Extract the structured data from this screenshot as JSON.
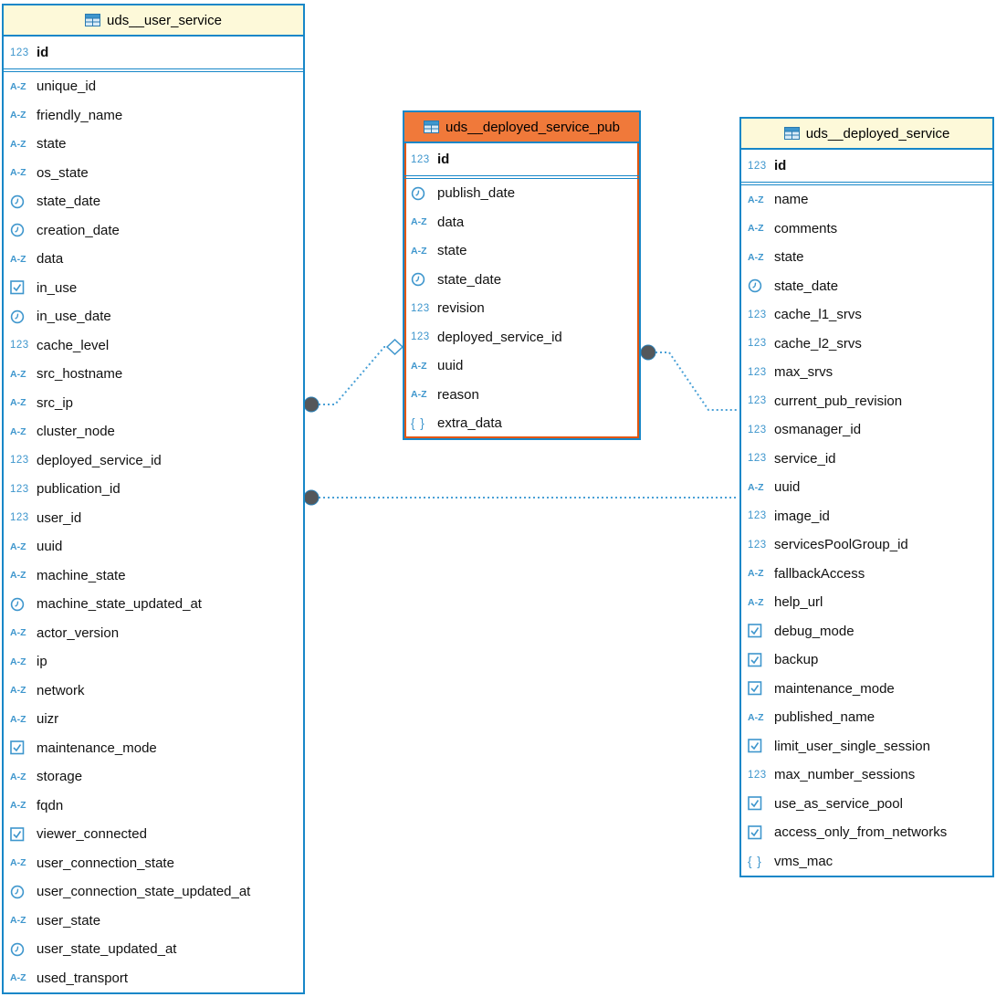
{
  "diagram": {
    "view": "entity-relationship-diagram",
    "type_glyphs": {
      "number": "123",
      "text": "A-Z",
      "json": "{ }"
    },
    "colors": {
      "table_border": "#1787c8",
      "header_background": "#fdf9d9",
      "selected_header_background": "#f0793a",
      "selection_border": "#e2560e",
      "type_icon_blue": "#3e96cd",
      "connector_line": "#49a0d6",
      "connector_dot": "#54575a",
      "text": "#111111",
      "background": "#ffffff"
    },
    "tables": [
      {
        "name": "uds__user_service",
        "selected": false,
        "primary_key": [
          {
            "type": "number",
            "name": "id"
          }
        ],
        "columns": [
          {
            "type": "text",
            "name": "unique_id"
          },
          {
            "type": "text",
            "name": "friendly_name"
          },
          {
            "type": "text",
            "name": "state"
          },
          {
            "type": "text",
            "name": "os_state"
          },
          {
            "type": "date",
            "name": "state_date"
          },
          {
            "type": "date",
            "name": "creation_date"
          },
          {
            "type": "text",
            "name": "data"
          },
          {
            "type": "boolean",
            "name": "in_use"
          },
          {
            "type": "date",
            "name": "in_use_date"
          },
          {
            "type": "number",
            "name": "cache_level"
          },
          {
            "type": "text",
            "name": "src_hostname"
          },
          {
            "type": "text",
            "name": "src_ip"
          },
          {
            "type": "text",
            "name": "cluster_node"
          },
          {
            "type": "number",
            "name": "deployed_service_id"
          },
          {
            "type": "number",
            "name": "publication_id"
          },
          {
            "type": "number",
            "name": "user_id"
          },
          {
            "type": "text",
            "name": "uuid"
          },
          {
            "type": "text",
            "name": "machine_state"
          },
          {
            "type": "date",
            "name": "machine_state_updated_at"
          },
          {
            "type": "text",
            "name": "actor_version"
          },
          {
            "type": "text",
            "name": "ip"
          },
          {
            "type": "text",
            "name": "network"
          },
          {
            "type": "text",
            "name": "uizr"
          },
          {
            "type": "boolean",
            "name": "maintenance_mode"
          },
          {
            "type": "text",
            "name": "storage"
          },
          {
            "type": "text",
            "name": "fqdn"
          },
          {
            "type": "boolean",
            "name": "viewer_connected"
          },
          {
            "type": "text",
            "name": "user_connection_state"
          },
          {
            "type": "date",
            "name": "user_connection_state_updated_at"
          },
          {
            "type": "text",
            "name": "user_state"
          },
          {
            "type": "date",
            "name": "user_state_updated_at"
          },
          {
            "type": "text",
            "name": "used_transport"
          }
        ]
      },
      {
        "name": "uds__deployed_service_pub",
        "selected": true,
        "primary_key": [
          {
            "type": "number",
            "name": "id"
          }
        ],
        "columns": [
          {
            "type": "date",
            "name": "publish_date"
          },
          {
            "type": "text",
            "name": "data"
          },
          {
            "type": "text",
            "name": "state"
          },
          {
            "type": "date",
            "name": "state_date"
          },
          {
            "type": "number",
            "name": "revision"
          },
          {
            "type": "number",
            "name": "deployed_service_id"
          },
          {
            "type": "text",
            "name": "uuid"
          },
          {
            "type": "text",
            "name": "reason"
          },
          {
            "type": "json",
            "name": "extra_data"
          }
        ]
      },
      {
        "name": "uds__deployed_service",
        "selected": false,
        "primary_key": [
          {
            "type": "number",
            "name": "id"
          }
        ],
        "columns": [
          {
            "type": "text",
            "name": "name"
          },
          {
            "type": "text",
            "name": "comments"
          },
          {
            "type": "text",
            "name": "state"
          },
          {
            "type": "date",
            "name": "state_date"
          },
          {
            "type": "number",
            "name": "cache_l1_srvs"
          },
          {
            "type": "number",
            "name": "cache_l2_srvs"
          },
          {
            "type": "number",
            "name": "max_srvs"
          },
          {
            "type": "number",
            "name": "current_pub_revision"
          },
          {
            "type": "number",
            "name": "osmanager_id"
          },
          {
            "type": "number",
            "name": "service_id"
          },
          {
            "type": "text",
            "name": "uuid"
          },
          {
            "type": "number",
            "name": "image_id"
          },
          {
            "type": "number",
            "name": "servicesPoolGroup_id"
          },
          {
            "type": "text",
            "name": "fallbackAccess"
          },
          {
            "type": "text",
            "name": "help_url"
          },
          {
            "type": "boolean",
            "name": "debug_mode"
          },
          {
            "type": "boolean",
            "name": "backup"
          },
          {
            "type": "boolean",
            "name": "maintenance_mode"
          },
          {
            "type": "text",
            "name": "published_name"
          },
          {
            "type": "boolean",
            "name": "limit_user_single_session"
          },
          {
            "type": "number",
            "name": "max_number_sessions"
          },
          {
            "type": "boolean",
            "name": "use_as_service_pool"
          },
          {
            "type": "boolean",
            "name": "access_only_from_networks"
          },
          {
            "type": "json",
            "name": "vms_mac"
          }
        ]
      }
    ],
    "relationships": [
      {
        "from": "uds__user_service",
        "to": "uds__deployed_service_pub",
        "from_end": "dot",
        "to_end": "diamond"
      },
      {
        "from": "uds__user_service",
        "to": "uds__deployed_service",
        "from_end": "dot",
        "to_end": "edge"
      },
      {
        "from": "uds__deployed_service_pub",
        "to": "uds__deployed_service",
        "from_end": "dot",
        "to_end": "edge"
      }
    ]
  }
}
